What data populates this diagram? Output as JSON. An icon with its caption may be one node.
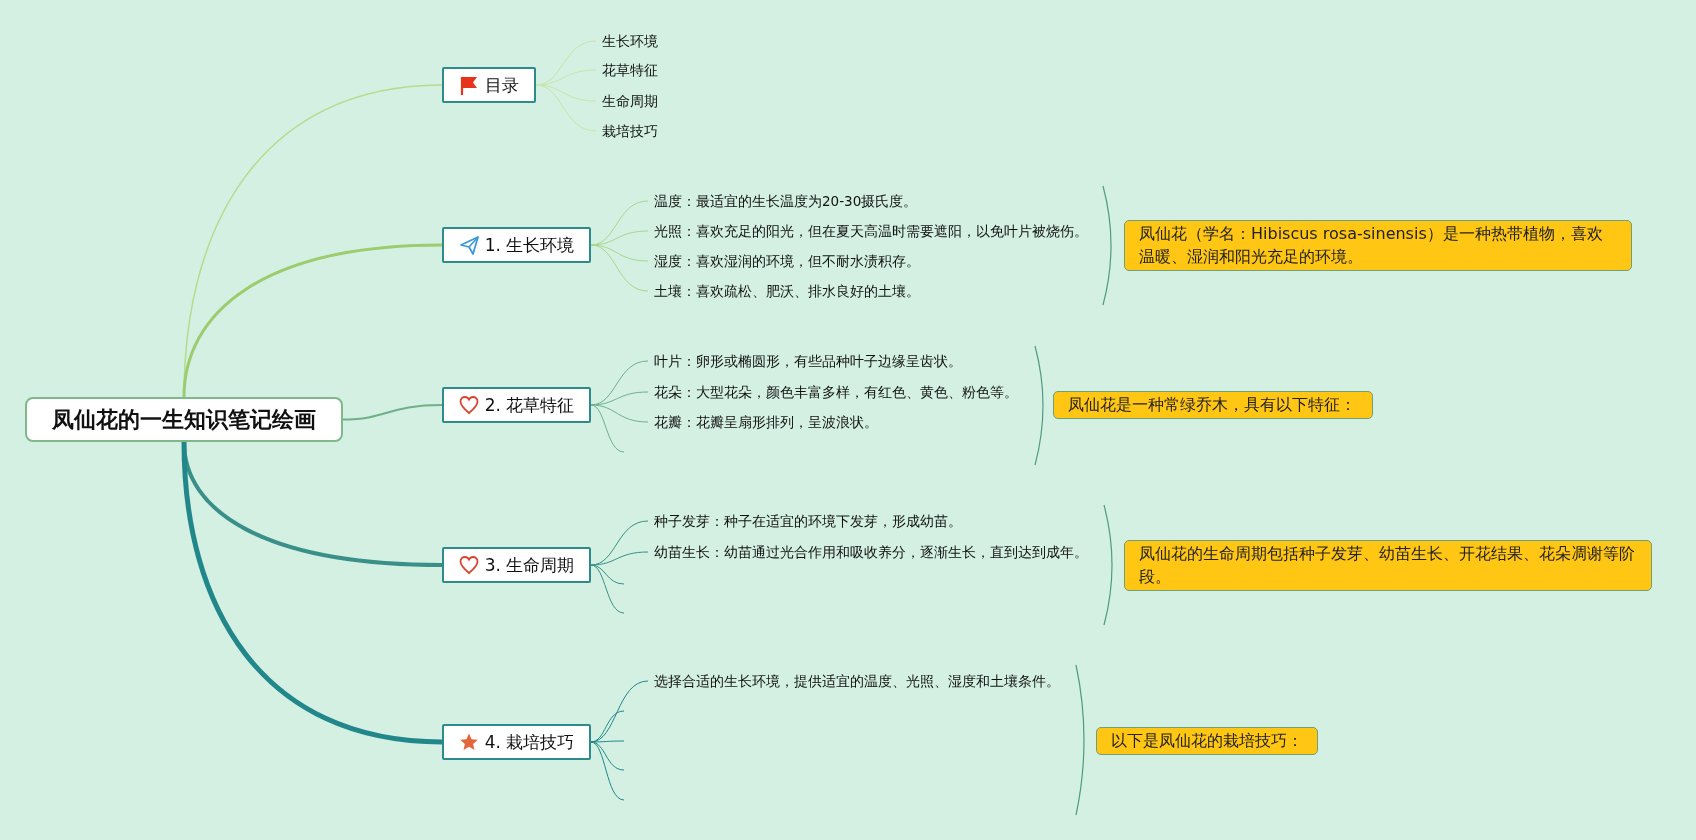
{
  "diagram": {
    "nodes": [
      {
        "text": [
          "凤仙花的一生知识笔记绘画"
        ]
      },
      {
        "text": [
          "目录"
        ]
      },
      {
        "text": [
          "生长环境"
        ]
      },
      {
        "text": [
          "花草特征"
        ]
      },
      {
        "text": [
          "生命周期"
        ]
      },
      {
        "text": [
          "栽培技巧"
        ]
      },
      {
        "text": [
          "1. 生长环境"
        ]
      },
      {
        "text": [
          "温度：最适宜的生长温度为20-30摄氏度。"
        ]
      },
      {
        "text": [
          "光照：喜欢充足的阳光，但在夏天高温时需要遮阳，以免叶片被烧伤。"
        ]
      },
      {
        "text": [
          "湿度：喜欢湿润的环境，但不耐水渍积存。"
        ]
      },
      {
        "text": [
          "土壤：喜欢疏松、肥沃、排水良好的土壤。"
        ]
      },
      {
        "text": [
          "凤仙花（学名：Hibiscus rosa-sinensis）是一种热带植物，喜欢温暖、湿润和阳光充足的环境。"
        ]
      },
      {
        "text": [
          "2. 花草特征"
        ]
      },
      {
        "text": [
          "叶片：卵形或椭圆形，有些品种叶子边缘呈齿状。"
        ]
      },
      {
        "text": [
          "花朵：大型花朵，颜色丰富多样，有红色、黄色、粉色等。"
        ]
      },
      {
        "text": [
          "花瓣：花瓣呈扇形排列，呈波浪状。"
        ]
      },
      {
        "text": [
          "凤仙花是一种常绿乔木，具有以下特征："
        ]
      },
      {
        "text": [
          "3. 生命周期"
        ]
      },
      {
        "text": [
          "种子发芽：种子在适宜的环境下发芽，形成幼苗。"
        ]
      },
      {
        "text": [
          "幼苗生长：幼苗通过光合作用和吸收养分，逐渐生长，直到达到成年。"
        ]
      },
      {
        "text": [
          "凤仙花的生命周期包括种子发芽、幼苗生长、开花结果、花朵凋谢等阶段。"
        ]
      },
      {
        "text": [
          "4. 栽培技巧"
        ]
      },
      {
        "text": [
          "选择合适的生长环境，提供适宜的温度、光照、湿度和土壤条件。"
        ]
      },
      {
        "text": [
          "以下是凤仙花的栽培技巧："
        ]
      }
    ],
    "edges": [
      {
        "from": 0,
        "to": 1,
        "arrow": "none",
        "color": "#b5dc8c"
      },
      {
        "from": 1,
        "to": 2,
        "arrow": "none",
        "color": "#c8e6a8"
      },
      {
        "from": 1,
        "to": 3,
        "arrow": "none",
        "color": "#c8e6a8"
      },
      {
        "from": 1,
        "to": 4,
        "arrow": "none",
        "color": "#c8e6a8"
      },
      {
        "from": 1,
        "to": 5,
        "arrow": "none",
        "color": "#c8e6a8"
      },
      {
        "from": 0,
        "to": 6,
        "arrow": "none",
        "color": "#9ccc6e"
      },
      {
        "from": 6,
        "to": 7,
        "arrow": "none",
        "color": "#a8d88a"
      },
      {
        "from": 6,
        "to": 8,
        "arrow": "none",
        "color": "#a8d88a"
      },
      {
        "from": 6,
        "to": 9,
        "arrow": "none",
        "color": "#a8d88a"
      },
      {
        "from": 6,
        "to": 10,
        "arrow": "none",
        "color": "#a8d88a"
      },
      {
        "from": 0,
        "to": 12,
        "arrow": "none",
        "color": "#6fb08a"
      },
      {
        "from": 12,
        "to": 13,
        "arrow": "none",
        "color": "#6fb08a"
      },
      {
        "from": 12,
        "to": 14,
        "arrow": "none",
        "color": "#6fb08a"
      },
      {
        "from": 12,
        "to": 15,
        "arrow": "none",
        "color": "#6fb08a"
      },
      {
        "from": 12,
        "to": null,
        "arrow": "none",
        "color": "#6fb08a"
      },
      {
        "from": 0,
        "to": 17,
        "arrow": "none",
        "style": "thick",
        "color": "#3a9088"
      },
      {
        "from": 17,
        "to": 18,
        "arrow": "none",
        "color": "#3a9088"
      },
      {
        "from": 17,
        "to": 19,
        "arrow": "none",
        "color": "#3a9088"
      },
      {
        "from": 17,
        "to": null,
        "arrow": "none",
        "color": "#3a9088"
      },
      {
        "from": 17,
        "to": null,
        "arrow": "none",
        "color": "#3a9088"
      },
      {
        "from": 0,
        "to": 21,
        "arrow": "none",
        "style": "thick",
        "color": "#22878a"
      },
      {
        "from": 21,
        "to": 22,
        "arrow": "none",
        "color": "#22878a"
      },
      {
        "from": 21,
        "to": null,
        "arrow": "none",
        "color": "#22878a"
      },
      {
        "from": 21,
        "to": null,
        "arrow": "none",
        "color": "#22878a"
      },
      {
        "from": 21,
        "to": null,
        "arrow": "none",
        "color": "#22878a"
      },
      {
        "from": 21,
        "to": null,
        "arrow": "none",
        "color": "#22878a"
      }
    ]
  }
}
